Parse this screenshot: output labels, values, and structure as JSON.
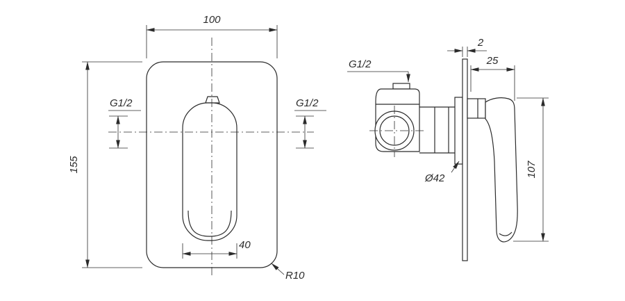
{
  "front_view": {
    "width_dim": "100",
    "height_dim": "155",
    "left_port_label": "G1/2",
    "right_port_label": "G1/2",
    "handle_width_dim": "40",
    "corner_radius_label": "R10"
  },
  "side_view": {
    "thickness_dim": "2",
    "inlet_label": "G1/2",
    "handle_offset_dim": "25",
    "handle_length_dim": "107",
    "body_diameter_label": "Ø42"
  }
}
